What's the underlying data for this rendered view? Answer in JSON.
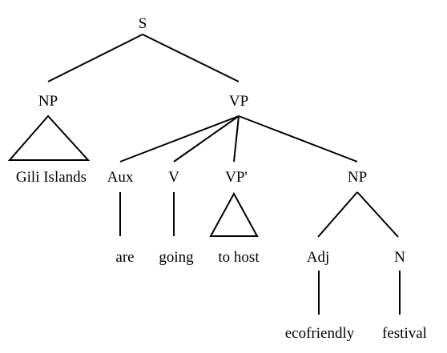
{
  "tree": {
    "root": "S",
    "np_subject": "NP",
    "np_subject_text": "Gili Islands",
    "vp": "VP",
    "aux": "Aux",
    "aux_word": "are",
    "v": "V",
    "v_word": "going",
    "vp_prime": "VP'",
    "vp_prime_text": "to host",
    "np_object": "NP",
    "adj": "Adj",
    "adj_word": "ecofriendly",
    "n": "N",
    "n_word": "festival"
  },
  "colors": {
    "line": "#000000",
    "text": "#000000",
    "background": "#ffffff"
  }
}
